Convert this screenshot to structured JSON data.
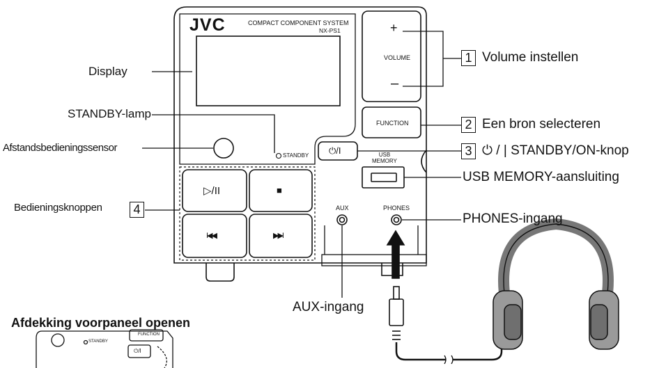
{
  "device": {
    "brand": "JVC",
    "model_line": "COMPACT COMPONENT SYSTEM",
    "model": "NX-PS1",
    "standby_led": "STANDBY",
    "volume_label": "VOLUME",
    "volume_plus": "+",
    "volume_minus": "–",
    "function_label": "FUNCTION",
    "power_symbol": "⏻/I",
    "usb_label": "USB\nMEMORY",
    "aux_label": "AUX",
    "phones_label": "PHONES",
    "play_pause_symbol": "▷/II",
    "stop_symbol": "■",
    "prev_symbol": "I◀◀",
    "next_symbol": "▶▶I"
  },
  "callouts": {
    "display": "Display",
    "standby_lamp": "STANDBY-lamp",
    "remote_sensor": "Afstandsbedieningssensor",
    "control_buttons": "Bedieningsknoppen",
    "control_buttons_num": "4",
    "volume_num": "1",
    "volume": "Volume instellen",
    "function_num": "2",
    "function": "Een bron selecteren",
    "power_num": "3",
    "power": "⏻ / | STANDBY/ON-knop",
    "usb": "USB MEMORY-aansluiting",
    "phones": "PHONES-ingang",
    "aux": "AUX-ingang"
  },
  "inset": {
    "title": "Afdekking voorpaneel openen",
    "standby": "STANDBY",
    "function": "FUNCTION",
    "power": "⏻/I"
  }
}
